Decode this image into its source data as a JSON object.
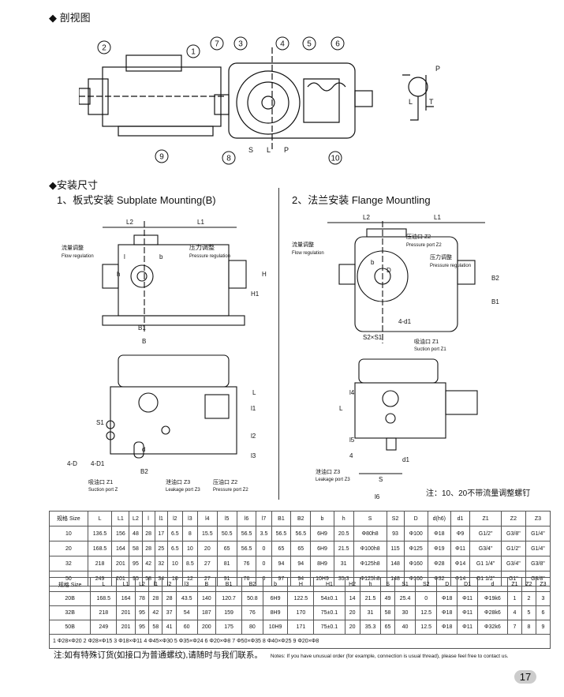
{
  "section_view": {
    "title": "剖视图",
    "callouts": [
      "1",
      "2",
      "3",
      "4",
      "5",
      "6",
      "7",
      "8",
      "9",
      "10"
    ],
    "port_labels": [
      "S",
      "L",
      "P"
    ],
    "symbol_labels": [
      "P",
      "L",
      "T"
    ]
  },
  "install": {
    "title": "安装尺寸",
    "subplate": {
      "title": "1、板式安装  Subplate Mounting(B)",
      "dims": [
        "L2",
        "L1",
        "H",
        "H1",
        "B1",
        "B",
        "l",
        "b",
        "h",
        "S1",
        "l1",
        "l2",
        "l3",
        "4-D",
        "4-D1",
        "B2",
        "d",
        "L"
      ],
      "flow": "流量调整",
      "flow_en": "Flow regulation",
      "pressure": "压力调整",
      "pressure_en": "Pressure regulation",
      "suction": "吸油口 Z1",
      "suction_en": "Suction port Z",
      "leak": "泄油口 Z3",
      "leak_en": "Leakage port Z3",
      "press_port": "压油口 Z2",
      "press_port_en": "Pressure port Z2"
    },
    "flange": {
      "title": "2、法兰安装 Flange Mountling",
      "dims": [
        "L2",
        "L1",
        "B2",
        "B1",
        "4-d1",
        "S2×S1",
        "D",
        "b",
        "L",
        "l4",
        "l5",
        "4",
        "d1",
        "S",
        "l6"
      ],
      "press_port": "压油口 Z2",
      "press_port_en": "Pressure port Z2",
      "flow": "流量调整",
      "flow_en": "Flow regulation",
      "pressure": "压力调整",
      "pressure_en": "Pressure regulation",
      "suction": "吸油口 Z1",
      "suction_en": "Suction port Z1",
      "leak": "泄油口 Z3",
      "leak_en": "Leakage port Z3",
      "note": "注：10、20不带流量调整螺钉"
    }
  },
  "table1": {
    "headers": [
      "规格 Size",
      "L",
      "L1",
      "L2",
      "l",
      "l1",
      "l2",
      "l3",
      "l4",
      "l5",
      "l6",
      "l7",
      "B1",
      "B2",
      "b",
      "h",
      "S",
      "S2",
      "D",
      "d(h6)",
      "d1",
      "Z1",
      "Z2",
      "Z3"
    ],
    "rows": [
      [
        "10",
        "136.5",
        "156",
        "48",
        "28",
        "17",
        "6.5",
        "8",
        "15.5",
        "50.5",
        "56.5",
        "3.5",
        "56.5",
        "56.5",
        "6H9",
        "20.5",
        "Φ80h8",
        "93",
        "Φ100",
        "Φ18",
        "Φ9",
        "G1/2\"",
        "G3/8\"",
        "G1/4\""
      ],
      [
        "20",
        "168.5",
        "164",
        "58",
        "28",
        "25",
        "6.5",
        "10",
        "20",
        "65",
        "56.5",
        "0",
        "65",
        "65",
        "6H9",
        "21.5",
        "Φ100h8",
        "115",
        "Φ125",
        "Φ19",
        "Φ11",
        "G3/4\"",
        "G1/2\"",
        "G1/4\""
      ],
      [
        "32",
        "218",
        "201",
        "95",
        "42",
        "32",
        "10",
        "8.5",
        "27",
        "81",
        "76",
        "0",
        "94",
        "94",
        "8H9",
        "31",
        "Φ125h8",
        "148",
        "Φ160",
        "Φ28",
        "Φ14",
        "G1 1/4\"",
        "G3/4\"",
        "G3/8\""
      ],
      [
        "50",
        "249",
        "201",
        "95",
        "58",
        "34",
        "10",
        "12",
        "27",
        "91",
        "76",
        "0",
        "97",
        "94",
        "10H9",
        "35.3",
        "Φ125h8",
        "148",
        "Φ160",
        "Φ32",
        "Φ14",
        "G1 1/2\"",
        "G1\"",
        "G3/8\""
      ]
    ]
  },
  "table2": {
    "headers": [
      "规格 Size",
      "L",
      "L1",
      "L2",
      "l1",
      "l2",
      "l3",
      "B",
      "B1",
      "B2",
      "b",
      "H",
      "H1",
      "H2",
      "h",
      "S",
      "S1",
      "S2",
      "D",
      "D1",
      "d",
      "Z1",
      "Z2",
      "Z3"
    ],
    "rows": [
      [
        "20B",
        "168.5",
        "164",
        "78",
        "28",
        "28",
        "43.5",
        "140",
        "120.7",
        "50.8",
        "6H9",
        "122.5",
        "54±0.1",
        "14",
        "21.5",
        "49",
        "25.4",
        "0",
        "Φ18",
        "Φ11",
        "Φ19k6",
        "1",
        "2",
        "3"
      ],
      [
        "32B",
        "218",
        "201",
        "95",
        "42",
        "37",
        "54",
        "187",
        "159",
        "76",
        "8H9",
        "170",
        "75±0.1",
        "20",
        "31",
        "58",
        "30",
        "12.5",
        "Φ18",
        "Φ11",
        "Φ28k6",
        "4",
        "5",
        "6"
      ],
      [
        "50B",
        "249",
        "201",
        "95",
        "58",
        "41",
        "60",
        "200",
        "175",
        "80",
        "10H9",
        "171",
        "75±0.1",
        "20",
        "35.3",
        "65",
        "40",
        "12.5",
        "Φ18",
        "Φ11",
        "Φ32k6",
        "7",
        "8",
        "9"
      ]
    ],
    "footnote": "1 Φ28×Φ20   2 Φ28×Φ15   3 Φ18×Φ11   4 Φ45×Φ30    5 Φ35×Φ24   6 Φ20×Φ8    7 Φ50×Φ35    8 Φ40×Φ25    9 Φ20×Φ8"
  },
  "note_cn": "注:如有特殊订货(如接口为普通螺纹),请随时与我们联系。",
  "note_en": "Notes: If you have unusual order (for example, connection is usual thread), please feel free to contact us.",
  "page_number": "17"
}
